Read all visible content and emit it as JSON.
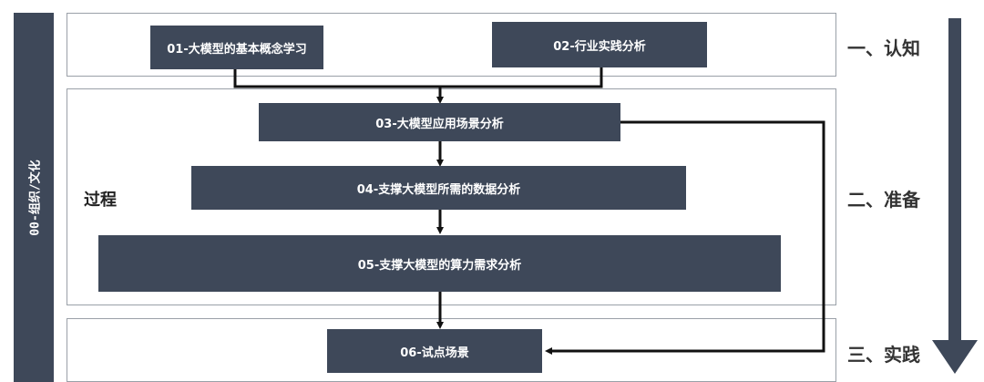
{
  "sidebar": {
    "label": "00-组织/文化"
  },
  "frames": {
    "process_label": "过程"
  },
  "nodes": {
    "n01": "01-大模型的基本概念学习",
    "n02": "02-行业实践分析",
    "n03": "03-大模型应用场景分析",
    "n04": "04-支撑大模型所需的数据分析",
    "n05": "05-支撑大模型的算力需求分析",
    "n06": "06-试点场景"
  },
  "stages": {
    "cognition": "一、认知",
    "preparation": "二、准备",
    "practice": "三、实践"
  },
  "colors": {
    "box": "#3e4859",
    "arrow": "#111111",
    "big_arrow": "#3e4859"
  }
}
